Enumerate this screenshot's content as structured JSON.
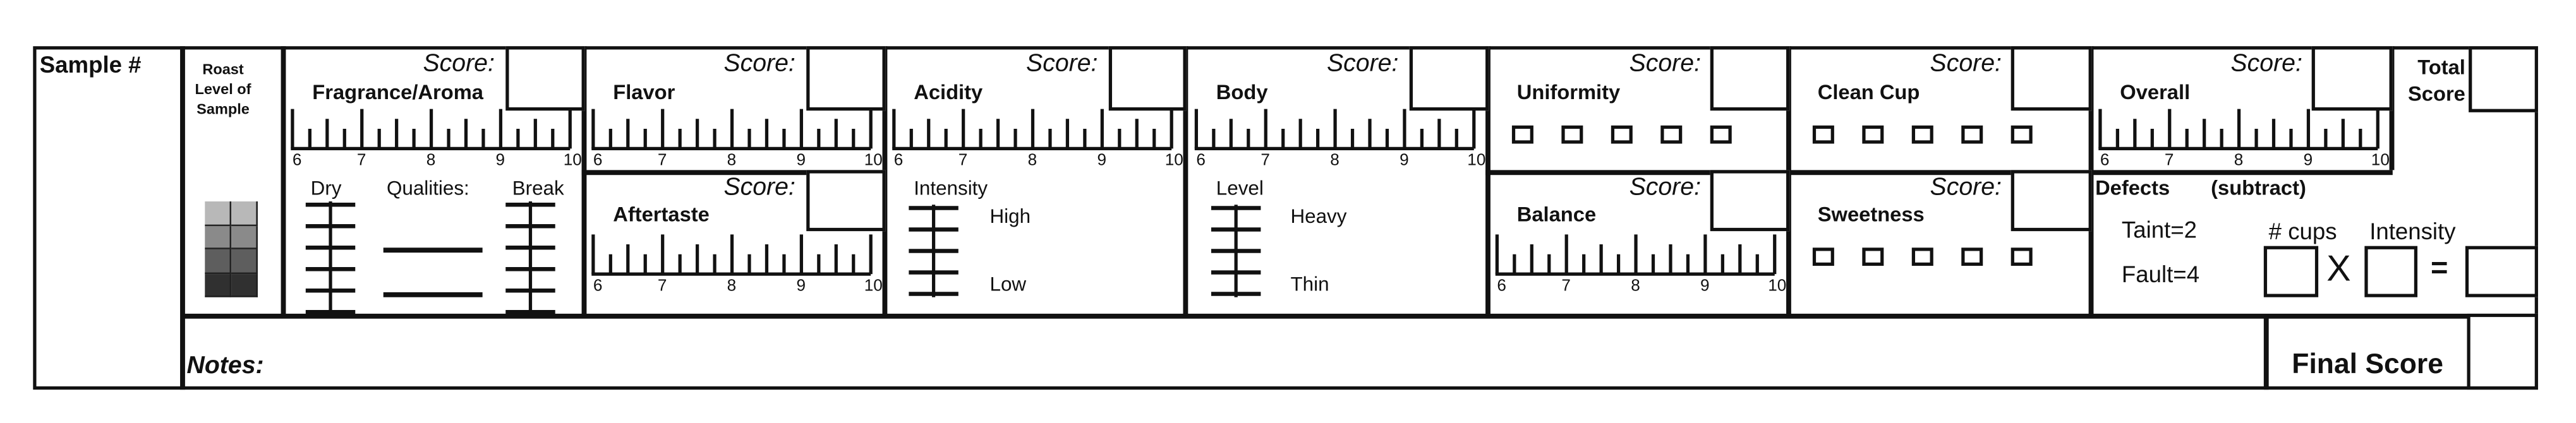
{
  "form": {
    "sample_label": "Sample #",
    "roast_label": "Roast Level of Sample",
    "score_label": "Score:",
    "total_score_label": "Total Score",
    "notes_label": "Notes:",
    "final_score_label": "Final Score"
  },
  "scale": {
    "ticks": [
      "6",
      "7",
      "8",
      "9",
      "10"
    ]
  },
  "fragrance": {
    "title": "Fragrance/Aroma",
    "dry": "Dry",
    "qualities": "Qualities:",
    "break": "Break"
  },
  "flavor": {
    "title": "Flavor"
  },
  "aftertaste": {
    "title": "Aftertaste"
  },
  "acidity": {
    "title": "Acidity",
    "intensity": "Intensity",
    "high": "High",
    "low": "Low"
  },
  "body": {
    "title": "Body",
    "level": "Level",
    "heavy": "Heavy",
    "thin": "Thin"
  },
  "uniformity": {
    "title": "Uniformity",
    "cups": 5
  },
  "balance": {
    "title": "Balance"
  },
  "clean_cup": {
    "title": "Clean Cup",
    "cups": 5
  },
  "sweetness": {
    "title": "Sweetness",
    "cups": 5
  },
  "overall": {
    "title": "Overall"
  },
  "defects": {
    "title": "Defects",
    "subtract": "(subtract)",
    "taint": "Taint=2",
    "fault": "Fault=4",
    "cups_label": "# cups",
    "intensity_label": "Intensity",
    "times": "X",
    "equals": "="
  },
  "colors": {
    "ink": "#111111",
    "paper": "#ffffff",
    "roast_swatches": [
      "#b8b8b8",
      "#8a8a8a",
      "#5e5e5e",
      "#303030"
    ]
  }
}
